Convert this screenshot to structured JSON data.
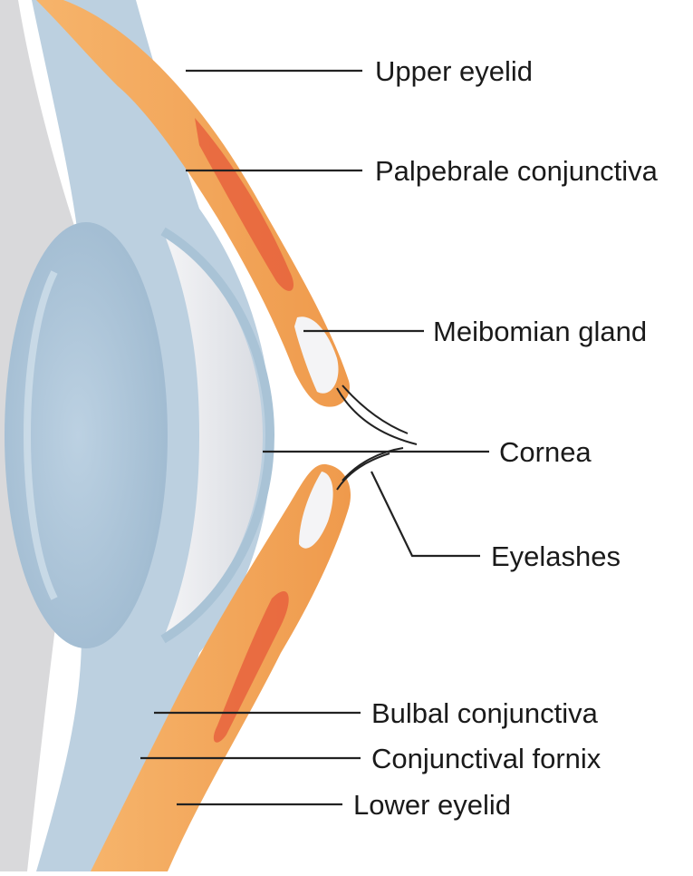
{
  "labels": {
    "upper_eyelid": "Upper eyelid",
    "palpebrale_conjunctiva": "Palpebrale conjunctiva",
    "meibomian_gland": "Meibomian gland",
    "cornea": "Cornea",
    "eyelashes": "Eyelashes",
    "bulbal_conjunctiva": "Bulbal conjunctiva",
    "conjunctival_fornix": "Conjunctival fornix",
    "lower_eyelid": "Lower eyelid"
  },
  "colors": {
    "eyelid": "#f2a65a",
    "eyelid_dark": "#e08a3c",
    "gland_red": "#e0533a",
    "globe": "#b9cfdf",
    "globe_light": "#cfdde8",
    "sclera_gray": "#d8d8d8",
    "leader": "#222222"
  }
}
